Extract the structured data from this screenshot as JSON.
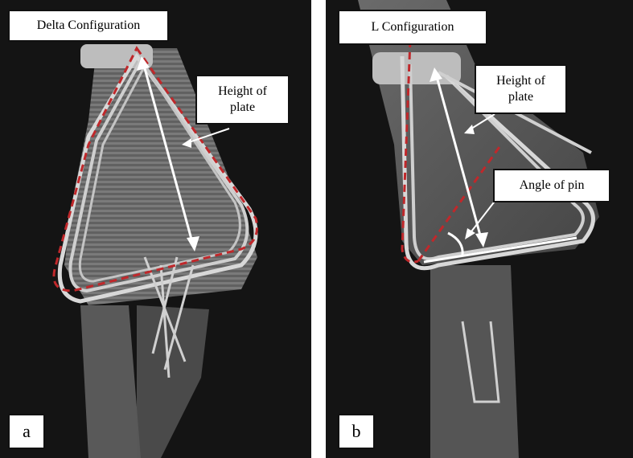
{
  "panel_a": {
    "config_label": "Delta Configuration",
    "height_label": "Height of\nplate",
    "letter": "a"
  },
  "panel_b": {
    "config_label": "L Configuration",
    "height_label": "Height of\nplate",
    "angle_label": "Angle of pin",
    "letter": "b"
  },
  "colors": {
    "dashed_outline": "#c0282b",
    "arrow": "#ffffff",
    "background": "#141414"
  }
}
